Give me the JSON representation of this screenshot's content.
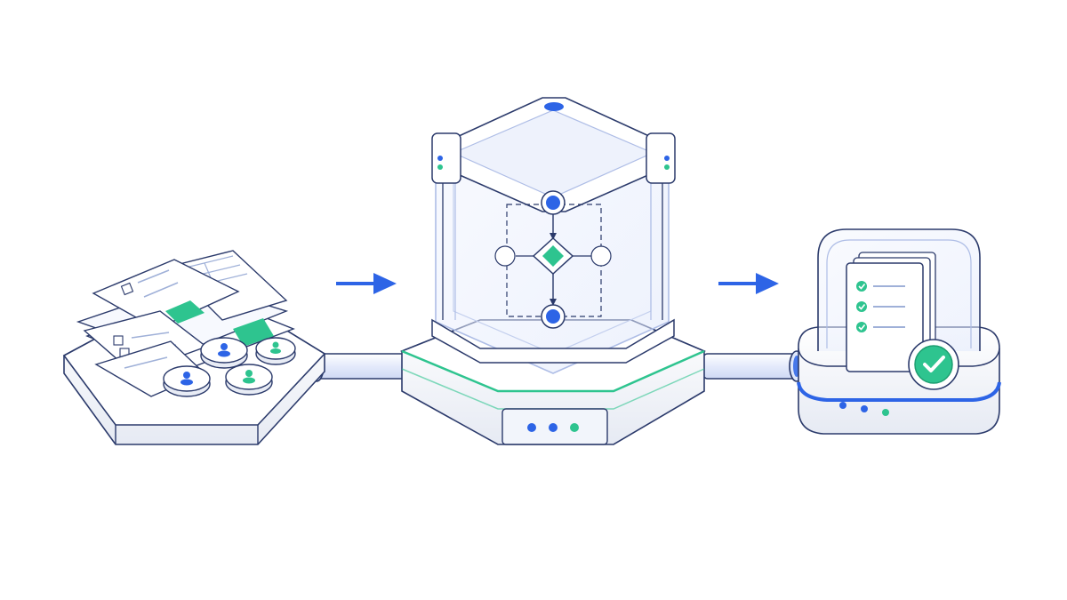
{
  "colors": {
    "outline": "#2b3a6b",
    "glass": "#e9effd",
    "glass_edge": "#aebde6",
    "surface": "#ffffff",
    "shade": "#e8ecf5",
    "blue": "#2d64e6",
    "green": "#2ec48f",
    "green_dark": "#1f9e71",
    "arrow": "#2d64e6"
  },
  "icons": {
    "input": "document-stack-icon",
    "people": "user-icon",
    "process": "flowchart-icon",
    "output": "checklist-icon",
    "approved": "check-circle-icon",
    "flow": "arrow-right-icon"
  },
  "stages": [
    {
      "id": "input",
      "indicator_lights": []
    },
    {
      "id": "process",
      "indicator_lights": [
        "blue",
        "blue",
        "green"
      ]
    },
    {
      "id": "output",
      "indicator_lights": [
        "blue",
        "blue",
        "green"
      ]
    }
  ],
  "flow_nodes": [
    "start",
    "decision",
    "end"
  ],
  "checklist_items": 3
}
